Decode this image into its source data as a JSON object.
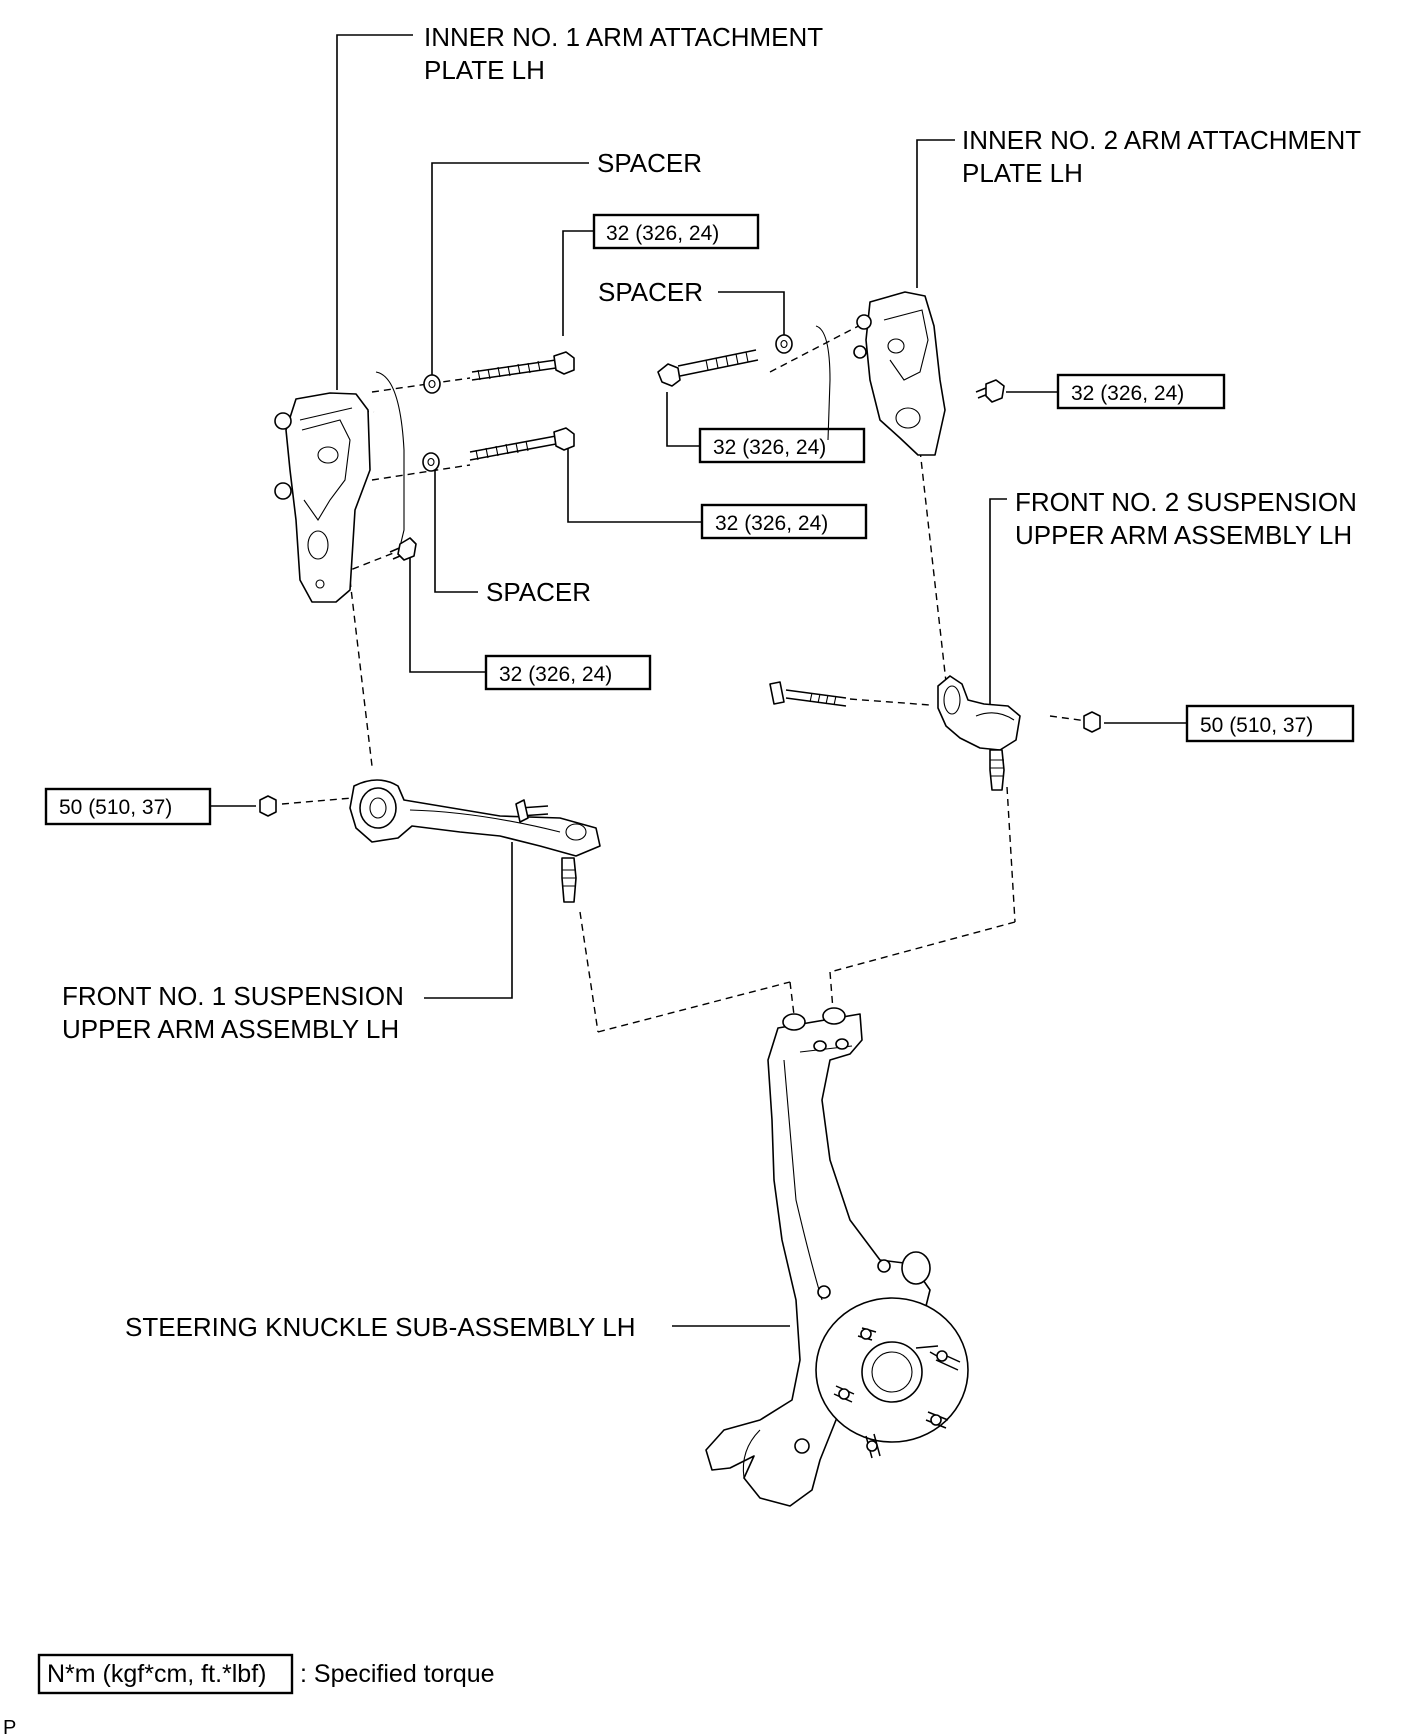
{
  "labels": {
    "inner_no1_plate": [
      "INNER NO. 1 ARM ATTACHMENT",
      "PLATE LH"
    ],
    "inner_no2_plate": [
      "INNER NO. 2 ARM ATTACHMENT",
      "PLATE LH"
    ],
    "spacer_top_left": "SPACER",
    "spacer_top_right": "SPACER",
    "spacer_lower_left": "SPACER",
    "front_no2_arm": [
      "FRONT NO. 2 SUSPENSION",
      "UPPER ARM ASSEMBLY LH"
    ],
    "front_no1_arm": [
      "FRONT NO. 1 SUSPENSION",
      "UPPER ARM ASSEMBLY LH"
    ],
    "knuckle": "STEERING KNUCKLE SUB-ASSEMBLY LH"
  },
  "torques": {
    "top_bolt": "32 (326, 24)",
    "right_plate_bolt": "32 (326, 24)",
    "right_long_bolt": "32 (326, 24)",
    "left_lower_bolt": "32 (326, 24)",
    "left_short_bolt": "32 (326, 24)",
    "right_arm_nut": "50 (510, 37)",
    "left_arm_nut": "50 (510, 37)"
  },
  "legend": {
    "unit": "N*m (kgf*cm, ft.*lbf)",
    "text": ": Specified torque"
  },
  "figure_code": "P"
}
